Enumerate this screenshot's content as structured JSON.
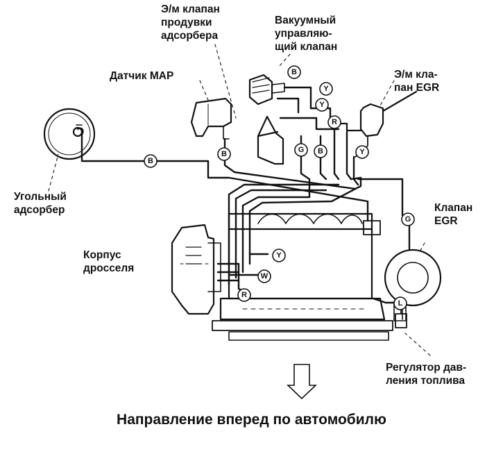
{
  "labels": {
    "purge_valve": [
      "Э/м клапан",
      "продувки",
      "адсорбера"
    ],
    "vacuum_valve": [
      "Вакуумный",
      "управляю-",
      "щий клапан"
    ],
    "egr_solenoid": [
      "Э/м кла-",
      "пан EGR"
    ],
    "map_sensor": [
      "Датчик MAP"
    ],
    "canister": [
      "Угольный",
      "адсорбер"
    ],
    "egr_valve": [
      "Клапан",
      "EGR"
    ],
    "throttle_body": [
      "Корпус",
      "дросселя"
    ],
    "fuel_regulator": [
      "Регулятор дав-",
      "ления топлива"
    ]
  },
  "caption": "Направление вперед по автомобилю",
  "hose_tags": {
    "canister_line": "B",
    "map_line": "B",
    "vacuum_top": "B",
    "top_y1": "Y",
    "top_y2": "Y",
    "mid_r": "R",
    "mid_g": "G",
    "mid_b": "B",
    "mid_y": "Y",
    "egr_g": "G",
    "throttle_y": "Y",
    "throttle_w": "W",
    "throttle_r": "R",
    "regulator_l": "L"
  },
  "colors": {
    "ink": "#111111",
    "paper": "#ffffff"
  }
}
